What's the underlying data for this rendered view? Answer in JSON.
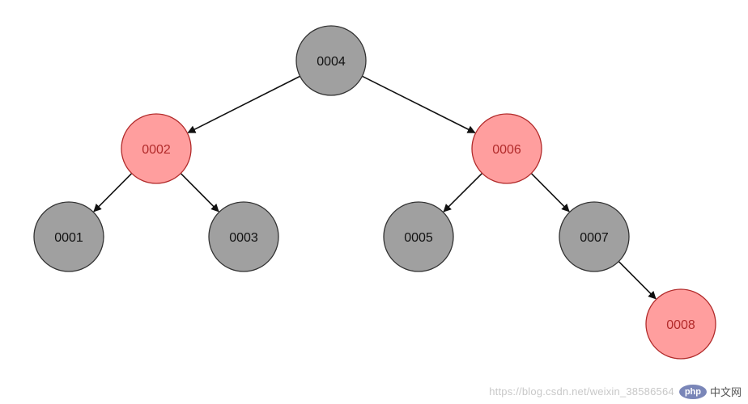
{
  "colors": {
    "black_fill": "#a0a0a0",
    "red_fill": "#ff9e9e",
    "black_stroke": "#333333",
    "red_stroke": "#b22b2b",
    "black_text": "#111111",
    "red_text": "#b22b2b",
    "edge": "#111111"
  },
  "nodes": [
    {
      "id": "0004",
      "label": "0004",
      "color": "black"
    },
    {
      "id": "0002",
      "label": "0002",
      "color": "red"
    },
    {
      "id": "0006",
      "label": "0006",
      "color": "red"
    },
    {
      "id": "0001",
      "label": "0001",
      "color": "black"
    },
    {
      "id": "0003",
      "label": "0003",
      "color": "black"
    },
    {
      "id": "0005",
      "label": "0005",
      "color": "black"
    },
    {
      "id": "0007",
      "label": "0007",
      "color": "black"
    },
    {
      "id": "0008",
      "label": "0008",
      "color": "red"
    }
  ],
  "edges": [
    {
      "from": "0004",
      "to": "0002"
    },
    {
      "from": "0004",
      "to": "0006"
    },
    {
      "from": "0002",
      "to": "0001"
    },
    {
      "from": "0002",
      "to": "0003"
    },
    {
      "from": "0006",
      "to": "0005"
    },
    {
      "from": "0006",
      "to": "0007"
    },
    {
      "from": "0007",
      "to": "0008"
    }
  ],
  "watermark": {
    "url": "https://blog.csdn.net/weixin_38586564",
    "logo_text": "php",
    "site_name": "中文网"
  }
}
